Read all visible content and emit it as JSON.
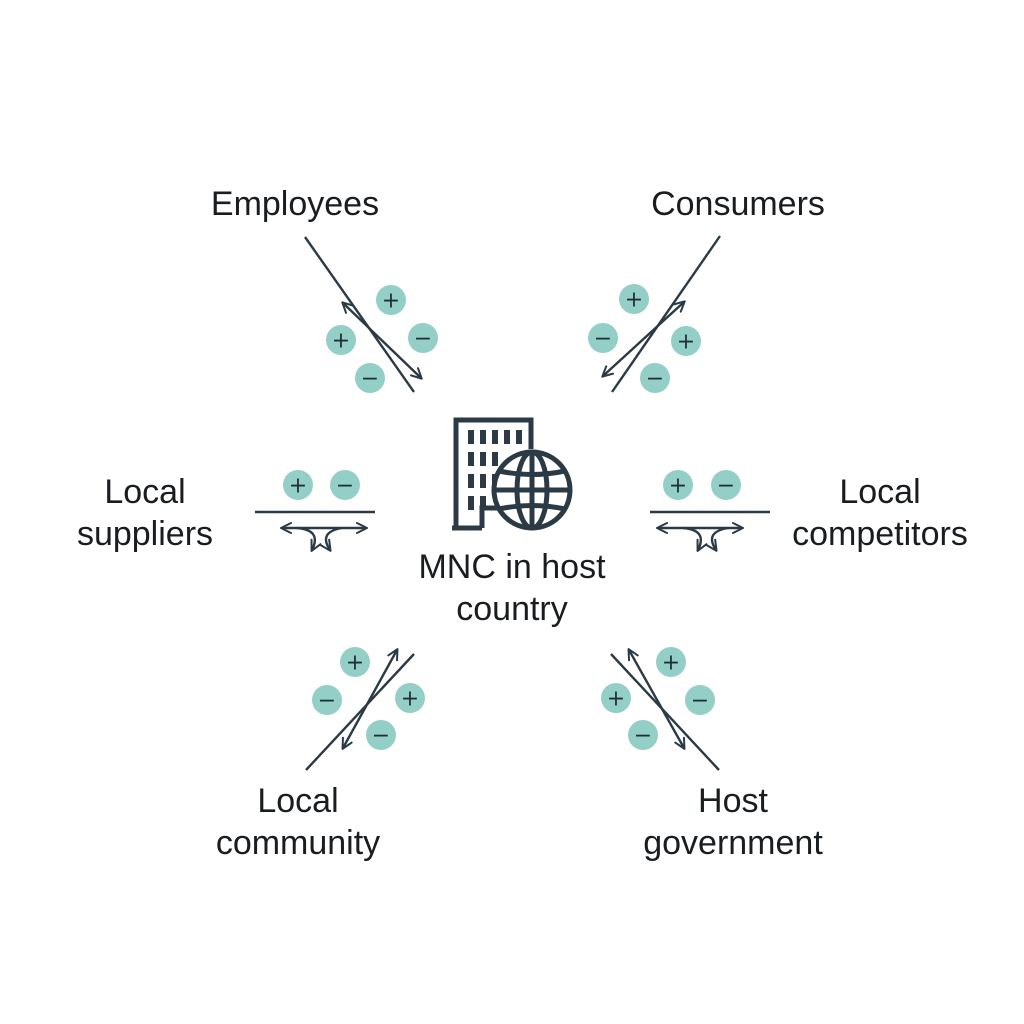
{
  "center": {
    "lines": [
      "MNC in host",
      "country"
    ]
  },
  "stakeholders": {
    "employees": {
      "lines": [
        "Employees"
      ]
    },
    "consumers": {
      "lines": [
        "Consumers"
      ]
    },
    "suppliers": {
      "lines": [
        "Local",
        "suppliers"
      ]
    },
    "competitors": {
      "lines": [
        "Local",
        "competitors"
      ]
    },
    "community": {
      "lines": [
        "Local",
        "community"
      ]
    },
    "government": {
      "lines": [
        "Host",
        "government"
      ]
    }
  },
  "impact_symbols": {
    "positive": "+",
    "negative": "−"
  },
  "colors": {
    "ink": "#2b3a44",
    "badge_fill": "#93cfc6",
    "badge_text": "#1f2f36",
    "text": "#1a1d1f"
  }
}
